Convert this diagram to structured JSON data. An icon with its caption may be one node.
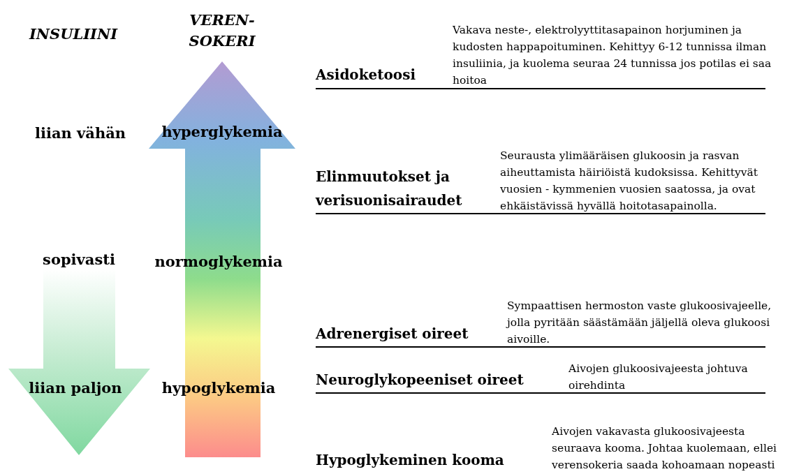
{
  "diagram": {
    "nodes": [
      {
        "text": [
          "sopivasti",
          "liian paljon"
        ]
      },
      {
        "text": [
          "hyperglykemia",
          "normoglykemia",
          "hypoglykemia"
        ]
      }
    ],
    "edges": [],
    "labels": [
      "INSULIINI",
      "VEREN- SOKERI",
      "liian vähän",
      "Asidoketoosi",
      "Vakava neste-, elektrolyyttitasapainon horjuminen ja kudosten happapoituminen. Kehittyy 6-12 tunnissa ilman insuliinia, ja kuolema seuraa 24 tunnissa jos potilas ei saa hoitoa",
      "Elinmuutokset ja verisuonisairaudet",
      "Seurausta ylimääräisen glukoosin ja rasvan aiheuttamista häiriöistä kudoksissa. Kehittyvät vuosien - kymmenien vuosien saatossa, ja ovat ehkäistävissä hyvällä hoitotasapainolla.",
      "Adrenergiset oireet",
      "Sympaattisen hermoston vaste glukoosivajeelle, jolla pyritään säästämään jäljellä oleva glukoosi aivoille.",
      "Neuroglykopeeniset oireet",
      "Aivojen glukoosivajeesta johtuva oirehdinta",
      "Hypoglykeminen kooma",
      "Aivojen vakavasta glukoosivajeesta seuraava kooma. Johtaa kuolemaan, ellei verensokeria saada kohoamaan nopeasti"
    ]
  }
}
